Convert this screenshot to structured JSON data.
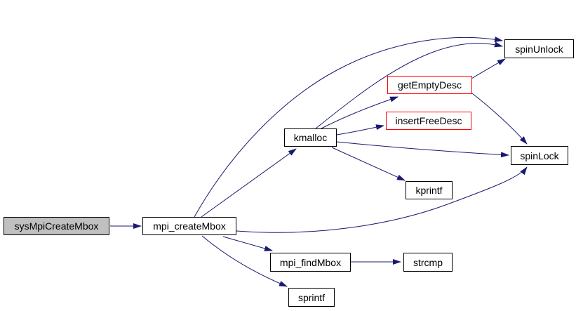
{
  "diagram": {
    "type": "call-graph",
    "background_color": "#ffffff",
    "colors": {
      "edge": "#191970",
      "node_border": "#000000",
      "truncated_node_border": "#ff0000",
      "current_node_fill": "#c0c0c0",
      "node_fill": "#ffffff",
      "text": "#000000"
    },
    "nodes": [
      {
        "label": "sysMpiCreateMbox",
        "role": "current"
      },
      {
        "label": "mpi_createMbox",
        "role": "normal"
      },
      {
        "label": "kmalloc",
        "role": "normal"
      },
      {
        "label": "getEmptyDesc",
        "role": "truncated"
      },
      {
        "label": "insertFreeDesc",
        "role": "truncated"
      },
      {
        "label": "spinUnlock",
        "role": "normal"
      },
      {
        "label": "spinLock",
        "role": "normal"
      },
      {
        "label": "kprintf",
        "role": "normal"
      },
      {
        "label": "mpi_findMbox",
        "role": "normal"
      },
      {
        "label": "strcmp",
        "role": "normal"
      },
      {
        "label": "sprintf",
        "role": "normal"
      }
    ],
    "edges": [
      {
        "from": "sysMpiCreateMbox",
        "to": "mpi_createMbox"
      },
      {
        "from": "mpi_createMbox",
        "to": "kmalloc"
      },
      {
        "from": "mpi_createMbox",
        "to": "spinUnlock"
      },
      {
        "from": "mpi_createMbox",
        "to": "spinLock"
      },
      {
        "from": "mpi_createMbox",
        "to": "mpi_findMbox"
      },
      {
        "from": "mpi_createMbox",
        "to": "sprintf"
      },
      {
        "from": "kmalloc",
        "to": "spinUnlock"
      },
      {
        "from": "kmalloc",
        "to": "getEmptyDesc"
      },
      {
        "from": "kmalloc",
        "to": "insertFreeDesc"
      },
      {
        "from": "kmalloc",
        "to": "spinLock"
      },
      {
        "from": "kmalloc",
        "to": "kprintf"
      },
      {
        "from": "getEmptyDesc",
        "to": "spinUnlock"
      },
      {
        "from": "getEmptyDesc",
        "to": "spinLock"
      },
      {
        "from": "mpi_findMbox",
        "to": "strcmp"
      }
    ]
  }
}
